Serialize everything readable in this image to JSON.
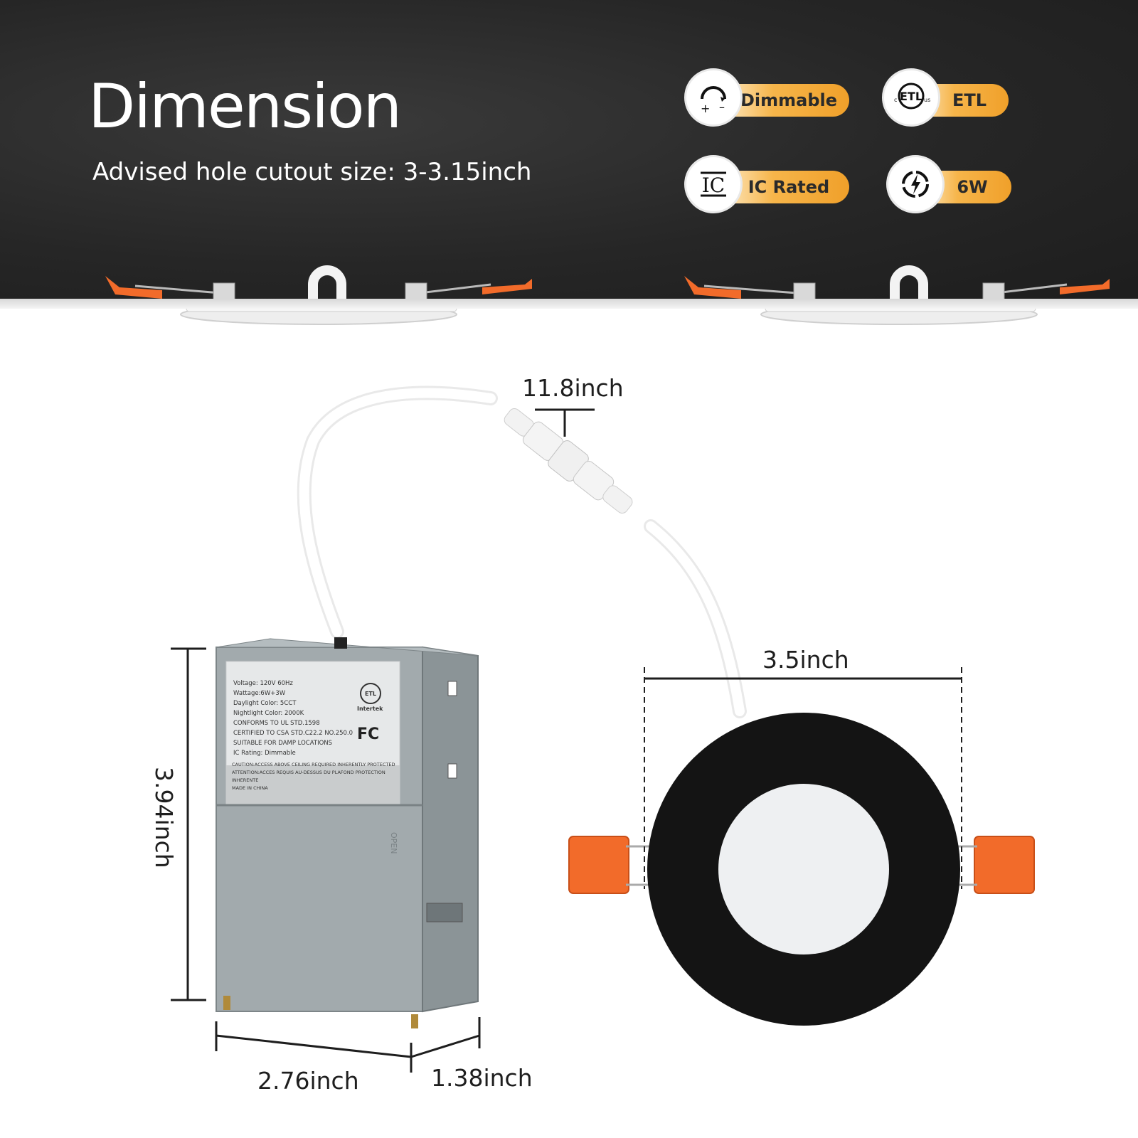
{
  "header": {
    "title": "Dimension",
    "subtitle": "Advised hole cutout size: 3-3.15inch"
  },
  "badges": [
    {
      "label": "Dimmable",
      "icon": "dimmer-icon"
    },
    {
      "label": "ETL",
      "icon": "etl-icon"
    },
    {
      "label": "IC Rated",
      "icon": "ic-rated-icon"
    },
    {
      "label": "6W",
      "icon": "power-icon"
    }
  ],
  "dimensions": {
    "cable": "11.8inch",
    "light_diameter": "3.5inch",
    "box_height": "3.94inch",
    "box_width": "2.76inch",
    "box_depth": "1.38inch"
  },
  "label_text": {
    "lines": [
      "Voltage: 120V 60Hz",
      "Wattage:6W+3W",
      "Daylight Color: 5CCT",
      "Nightlight Color: 2000K",
      "CONFORMS TO UL STD.1598",
      "CERTIFIED TO CSA STD.C22.2  NO.250.0",
      "SUITABLE FOR DAMP LOCATIONS",
      "IC Rating: Dimmable"
    ],
    "caution": [
      "CAUTION:ACCESS ABOVE CEILING REQUIRED INHERENTLY PROTECTED",
      "ATTENTION:ACCES REQUIS AU-DESSUS DU PLAFOND PROTECTION",
      "INHERENTE",
      "MADE IN CHINA"
    ],
    "intertek": "Intertek",
    "fc": "FC",
    "open": "OPEN"
  },
  "colors": {
    "banner": "#262626",
    "accent_orange": "#f0a02a",
    "clip_orange": "#f26b2a",
    "box_gray": "#9aa3a6",
    "trim_black": "#151515"
  }
}
